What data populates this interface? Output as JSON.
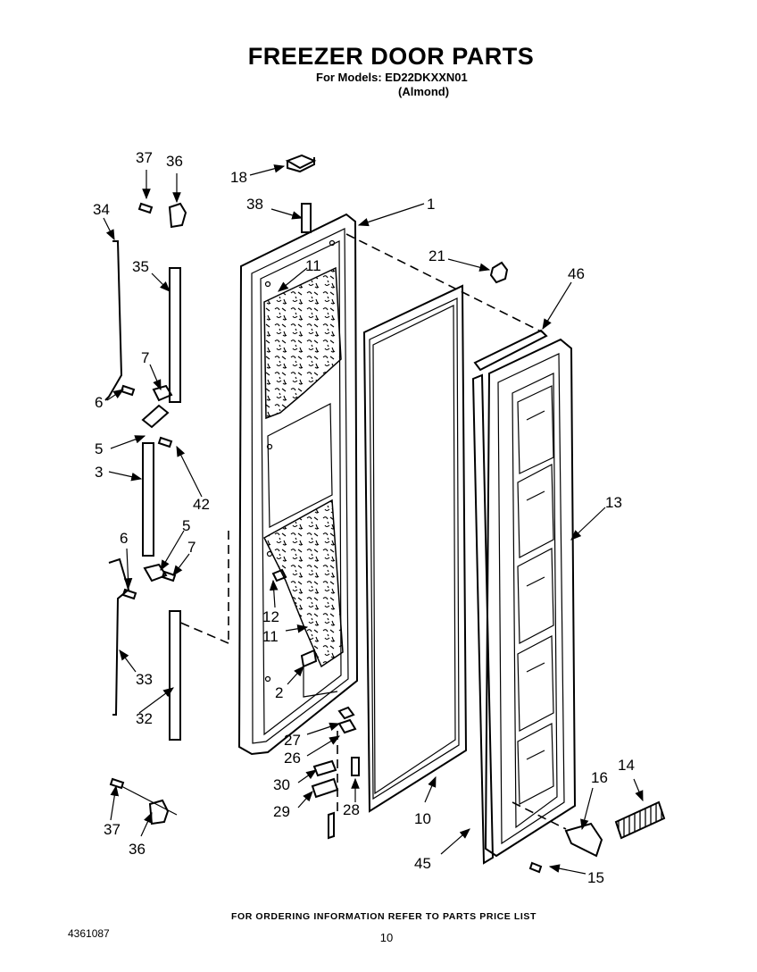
{
  "header": {
    "title": "FREEZER DOOR PARTS",
    "models_line": "For Models: ED22DKXXN01",
    "color_line": "(Almond)"
  },
  "footer": {
    "ordering_note": "FOR ORDERING INFORMATION REFER TO PARTS PRICE LIST",
    "document_number": "4361087",
    "page_number": "10"
  },
  "callouts": {
    "n1": "1",
    "n2": "2",
    "n3": "3",
    "n5a": "5",
    "n5b": "5",
    "n6a": "6",
    "n6b": "6",
    "n7a": "7",
    "n7b": "7",
    "n10": "10",
    "n11a": "11",
    "n11b": "11",
    "n12": "12",
    "n13": "13",
    "n14": "14",
    "n15": "15",
    "n16": "16",
    "n18": "18",
    "n21": "21",
    "n26": "26",
    "n27": "27",
    "n28": "28",
    "n29": "29",
    "n30": "30",
    "n32": "32",
    "n33": "33",
    "n34": "34",
    "n35": "35",
    "n36a": "36",
    "n36b": "36",
    "n37a": "37",
    "n37b": "37",
    "n38": "38",
    "n42": "42",
    "n45": "45",
    "n46": "46"
  }
}
